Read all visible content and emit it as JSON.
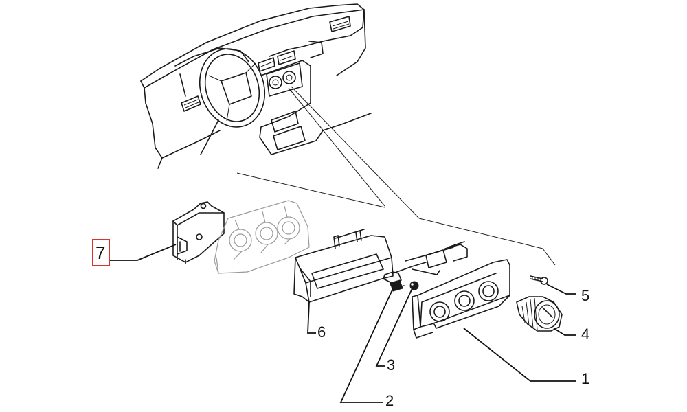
{
  "callouts": [
    {
      "id": "1",
      "label": "1",
      "part": "control-panel-front"
    },
    {
      "id": "2",
      "label": "2",
      "part": "bulb-holder"
    },
    {
      "id": "3",
      "label": "3",
      "part": "bulb"
    },
    {
      "id": "4",
      "label": "4",
      "part": "knob"
    },
    {
      "id": "5",
      "label": "5",
      "part": "screw"
    },
    {
      "id": "6",
      "label": "6",
      "part": "frame"
    },
    {
      "id": "7",
      "label": "7",
      "part": "actuator",
      "highlighted": true
    }
  ],
  "colors": {
    "line": "#1a1a1a",
    "ghost": "#9a9a9a",
    "highlight": "#d9342b",
    "background": "#ffffff"
  }
}
